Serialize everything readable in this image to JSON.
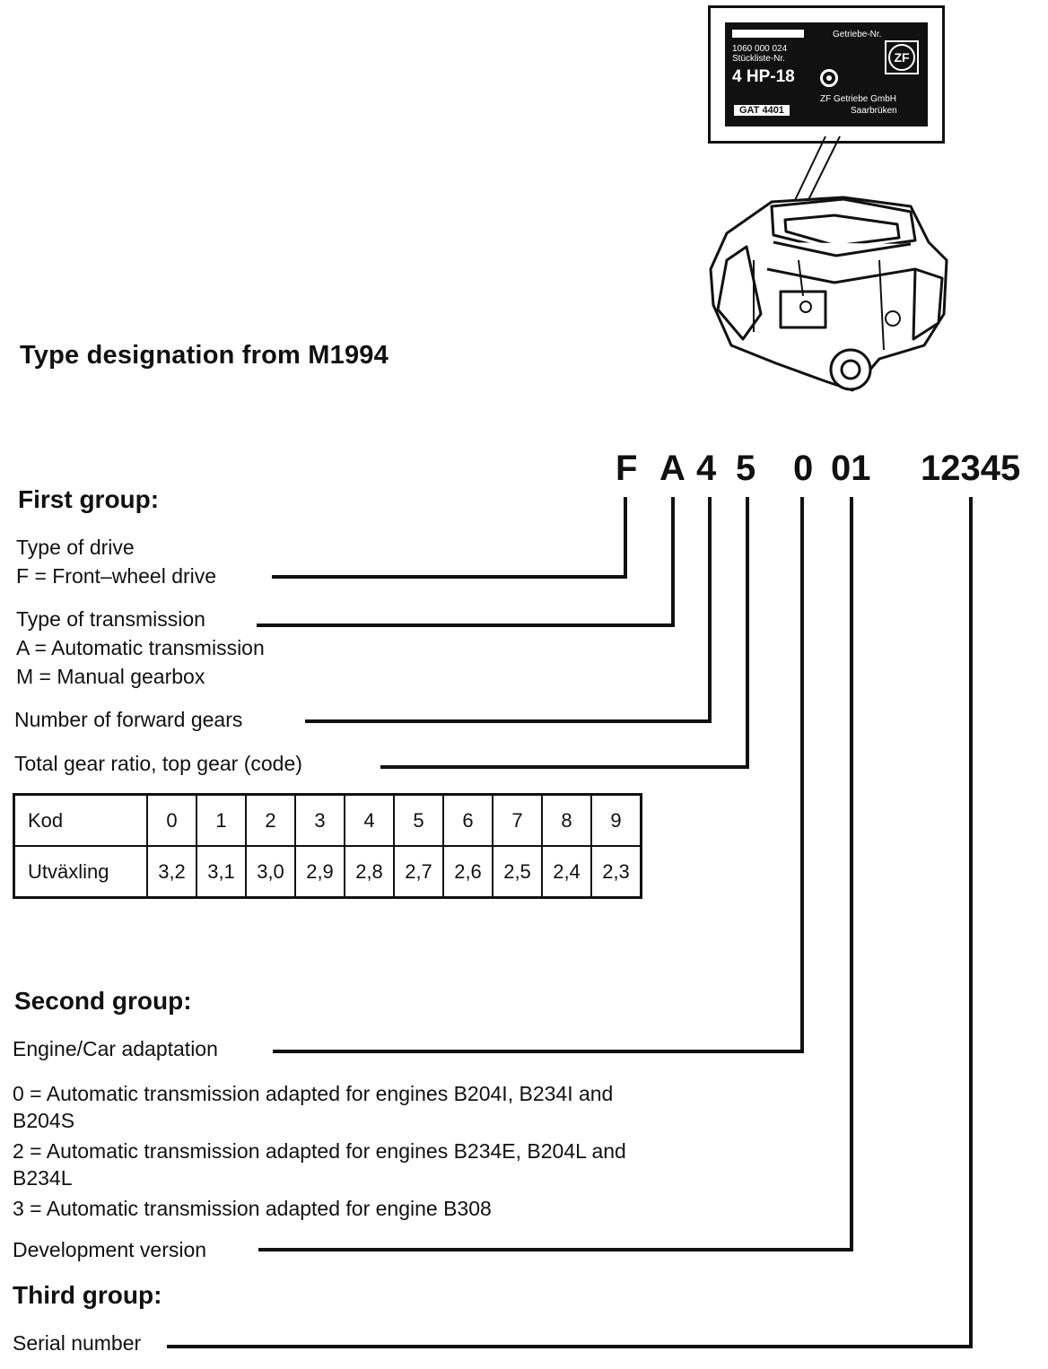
{
  "label": {
    "gearbox_no": "Getriebe-Nr.",
    "part_no": "1060 000 024",
    "parts_list": "Stückliste-Nr.",
    "model": "4 HP-18",
    "gat": "GAT 4401",
    "brand": "ZF",
    "company": "ZF Getriebe GmbH",
    "city": "Saarbrüken"
  },
  "title": "Type designation from M1994",
  "code": {
    "f": "F",
    "a": "A",
    "four": "4",
    "five": "5",
    "zero": "0",
    "dev": "01",
    "serial": "12345"
  },
  "first_group": {
    "heading": "First group:",
    "drive_label": "Type of drive",
    "drive_f": "F = Front–wheel drive",
    "trans_label": "Type of transmission",
    "trans_a": "A = Automatic transmission",
    "trans_m": "M = Manual gearbox",
    "gears_label": "Number of forward gears",
    "ratio_label": "Total gear ratio, top gear (code)"
  },
  "table": {
    "row1_label": "Kod",
    "row2_label": "Utväxling",
    "codes": [
      "0",
      "1",
      "2",
      "3",
      "4",
      "5",
      "6",
      "7",
      "8",
      "9"
    ],
    "ratios": [
      "3,2",
      "3,1",
      "3,0",
      "2,9",
      "2,8",
      "2,7",
      "2,6",
      "2,5",
      "2,4",
      "2,3"
    ]
  },
  "second_group": {
    "heading": "Second group:",
    "adapt_label": "Engine/Car adaptation",
    "opt0_a": "0 = Automatic transmission adapted for engines B204I, B234I and",
    "opt0_b": "B204S",
    "opt2_a": "2 = Automatic transmission adapted for engines B234E, B204L and",
    "opt2_b": "B234L",
    "opt3": "3 = Automatic transmission adapted for engine B308",
    "dev_label": "Development version"
  },
  "third_group": {
    "heading": "Third group:",
    "serial_label": "Serial number"
  }
}
